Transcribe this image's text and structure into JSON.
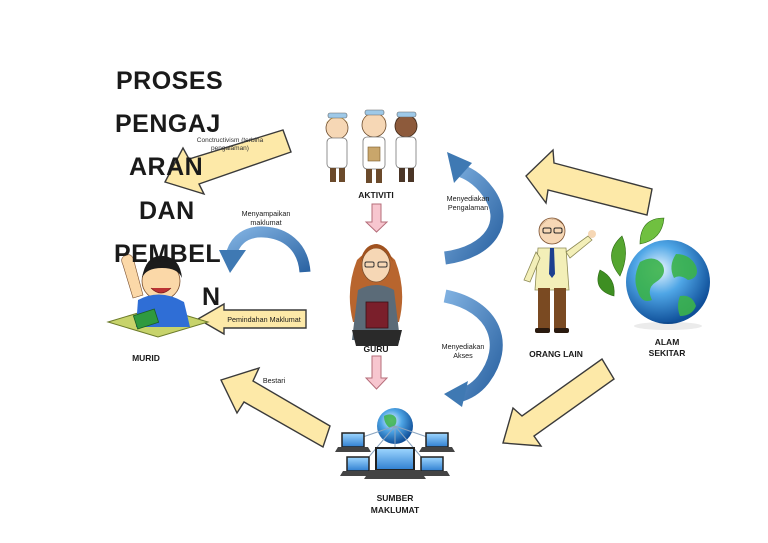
{
  "title": [
    "PROSES",
    "PENGAJ",
    "ARAN",
    "DAN",
    "PEMBEL",
    "N"
  ],
  "nodes": {
    "aktiviti": "AKTIVITI",
    "guru": "GURU",
    "murid": "MURID",
    "orang_lain": "ORANG LAIN",
    "alam": [
      "ALAM",
      "SEKITAR"
    ],
    "sumber": [
      "SUMBER",
      "MAKLUMAT"
    ]
  },
  "edge_labels": {
    "constructivism": [
      "Conctructivism (terbina",
      "pengalaman)"
    ],
    "menyampaikan": [
      "Menyampaikan",
      "maklumat"
    ],
    "pemindahan": "Pemindahan Maklumat",
    "menyediakan_pengalaman": [
      "Menyediakan",
      "Pengalaman"
    ],
    "menyediakan_akses": [
      "Menyediakan",
      "Akses"
    ],
    "bestari": "Bestari"
  },
  "colors": {
    "block_arrow_fill": "#fde9a8",
    "block_arrow_stroke": "#3a3a3a",
    "pink_arrow_fill": "#f7c6cf",
    "pink_arrow_stroke": "#b56d7a",
    "curved_arrow_blue": "#3f79b3"
  }
}
